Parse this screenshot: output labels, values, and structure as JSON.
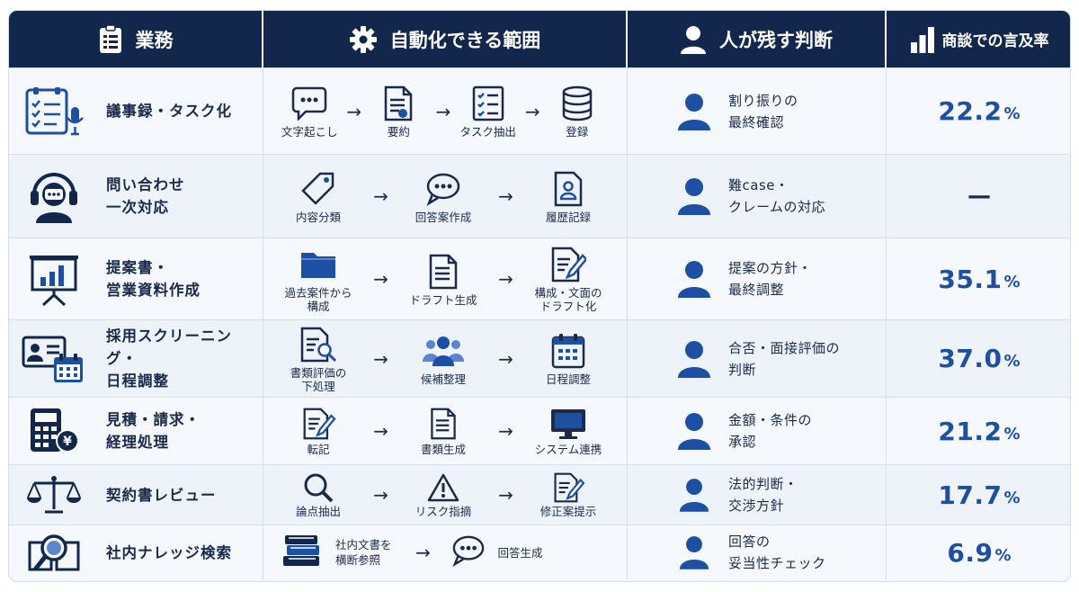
{
  "header": {
    "col_task": "業務",
    "col_auto": "自動化できる範囲",
    "col_human": "人が残す判断",
    "col_rate": "商談での言及率"
  },
  "colors": {
    "navy": "#13274d",
    "blue": "#1d4fa3",
    "line": "#d6dfec"
  },
  "rows": [
    {
      "task": "議事録・タスク化",
      "task_icon": "clipboard-microphone-icon",
      "steps": [
        {
          "label": "文字起こし",
          "icon": "speech-bubble-icon"
        },
        {
          "label": "要約",
          "icon": "document-icon"
        },
        {
          "label": "タスク抽出",
          "icon": "checklist-icon"
        },
        {
          "label": "登録",
          "icon": "database-icon"
        }
      ],
      "human": "割り振りの\n最終確認",
      "rate": "22.2",
      "pct": "%"
    },
    {
      "task": "問い合わせ\n一次対応",
      "task_icon": "headset-operator-icon",
      "steps": [
        {
          "label": "内容分類",
          "icon": "tag-icon"
        },
        {
          "label": "回答案作成",
          "icon": "speech-bubble-icon"
        },
        {
          "label": "履歴記録",
          "icon": "profile-document-icon"
        }
      ],
      "human": "難case・\nクレームの対応",
      "rate": "—",
      "pct": ""
    },
    {
      "task": "提案書・\n営業資料作成",
      "task_icon": "presentation-board-icon",
      "steps": [
        {
          "label": "過去案件から\n構成",
          "icon": "folder-icon"
        },
        {
          "label": "ドラフト生成",
          "icon": "document-icon"
        },
        {
          "label": "構成・文面の\nドラフト化",
          "icon": "document-pen-icon"
        }
      ],
      "human": "提案の方針・\n最終調整",
      "rate": "35.1",
      "pct": "%"
    },
    {
      "task": "採用スクリーニング・\n日程調整",
      "task_icon": "id-card-calendar-icon",
      "steps": [
        {
          "label": "書類評価の\n下処理",
          "icon": "document-search-icon"
        },
        {
          "label": "候補整理",
          "icon": "people-group-icon"
        },
        {
          "label": "日程調整",
          "icon": "calendar-icon"
        }
      ],
      "human": "合否・面接評価の\n判断",
      "rate": "37.0",
      "pct": "%"
    },
    {
      "task": "見積・請求・\n経理処理",
      "task_icon": "calculator-yen-icon",
      "steps": [
        {
          "label": "転記",
          "icon": "document-pen-icon"
        },
        {
          "label": "書類生成",
          "icon": "document-icon"
        },
        {
          "label": "システム連携",
          "icon": "monitor-icon"
        }
      ],
      "human": "金額・条件の\n承認",
      "rate": "21.2",
      "pct": "%"
    },
    {
      "task": "契約書レビュー",
      "task_icon": "scales-icon",
      "steps": [
        {
          "label": "論点抽出",
          "icon": "magnifier-icon"
        },
        {
          "label": "リスク指摘",
          "icon": "warning-icon"
        },
        {
          "label": "修正案提示",
          "icon": "document-pen-icon"
        }
      ],
      "human": "法的判断・\n交渉方針",
      "rate": "17.7",
      "pct": "%"
    },
    {
      "task": "社内ナレッジ検索",
      "task_icon": "book-magnifier-icon",
      "steps": [
        {
          "label": "社内文書を\n横断参照",
          "icon": "books-icon"
        },
        {
          "label": "回答生成",
          "icon": "speech-bubble-icon"
        }
      ],
      "human": "回答の\n妥当性チェック",
      "rate": "6.9",
      "pct": "%"
    }
  ]
}
